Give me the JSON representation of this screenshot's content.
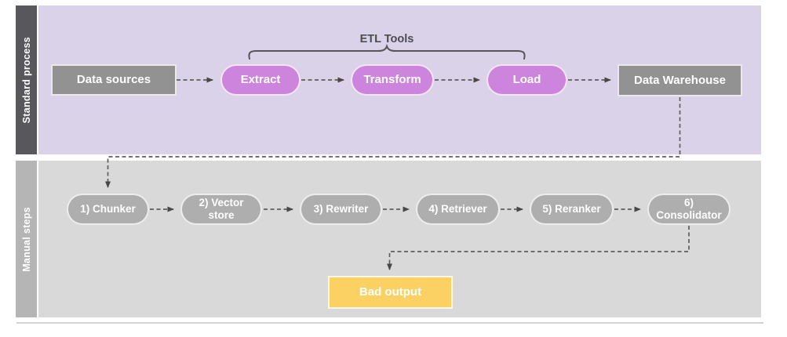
{
  "lanes": [
    {
      "id": "standard",
      "label": "Standard process",
      "strip_color": "#58585c",
      "bg_color": "#d9d2e8"
    },
    {
      "id": "manual",
      "label": "Manual steps",
      "strip_color": "#b5b5b5",
      "bg_color": "#d9d9d9"
    }
  ],
  "bracket": {
    "label": "ETL Tools",
    "spans": [
      "Extract",
      "Transform",
      "Load"
    ]
  },
  "standard_nodes": [
    {
      "id": "data-sources",
      "label": "Data sources",
      "shape": "rect",
      "color": "#929292"
    },
    {
      "id": "extract",
      "label": "Extract",
      "shape": "pill",
      "color": "#cc84dc"
    },
    {
      "id": "transform",
      "label": "Transform",
      "shape": "pill",
      "color": "#cc84dc"
    },
    {
      "id": "load",
      "label": "Load",
      "shape": "pill",
      "color": "#cc84dc"
    },
    {
      "id": "data-warehouse",
      "label": "Data Warehouse",
      "shape": "rect",
      "color": "#929292"
    }
  ],
  "manual_nodes": [
    {
      "id": "chunker",
      "label": "1) Chunker",
      "shape": "pill",
      "color": "#aeaeae"
    },
    {
      "id": "vector-store",
      "label": "2) Vector store",
      "shape": "pill",
      "color": "#aeaeae"
    },
    {
      "id": "rewriter",
      "label": "3) Rewriter",
      "shape": "pill",
      "color": "#aeaeae"
    },
    {
      "id": "retriever",
      "label": "4) Retriever",
      "shape": "pill",
      "color": "#aeaeae"
    },
    {
      "id": "reranker",
      "label": "5) Reranker",
      "shape": "pill",
      "color": "#aeaeae"
    },
    {
      "id": "consolidator",
      "label": "6) Consolidator",
      "shape": "pill",
      "color": "#aeaeae"
    }
  ],
  "bad_output": {
    "label": "Bad output",
    "shape": "rect",
    "color": "#fbd164"
  },
  "connections": [
    "Data sources -> Extract",
    "Extract -> Transform",
    "Transform -> Load",
    "Load -> Data Warehouse",
    "Data Warehouse -> 1) Chunker",
    "1) Chunker -> 2) Vector store",
    "2) Vector store -> 3) Rewriter",
    "3) Rewriter -> 4) Retriever",
    "4) Retriever -> 5) Reranker",
    "5) Reranker -> 6) Consolidator",
    "6) Consolidator -> Bad output"
  ],
  "connector_style": {
    "line_color": "#5e5e5e",
    "arrow_color": "#484848",
    "dashed": true
  }
}
